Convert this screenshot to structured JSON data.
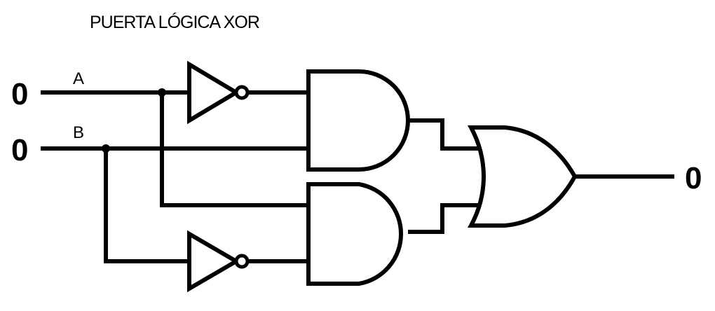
{
  "title": "PUERTA LÓGICA XOR",
  "inputs": [
    {
      "label": "A",
      "value": "0"
    },
    {
      "label": "B",
      "value": "0"
    }
  ],
  "output": {
    "value": "0"
  },
  "gates": [
    {
      "type": "NOT",
      "input": "A"
    },
    {
      "type": "NOT",
      "input": "B"
    },
    {
      "type": "AND",
      "inputs": [
        "NOT A",
        "B"
      ]
    },
    {
      "type": "AND",
      "inputs": [
        "A",
        "NOT B"
      ]
    },
    {
      "type": "OR",
      "inputs": [
        "AND 1",
        "AND 2"
      ]
    }
  ],
  "colors": {
    "line": "#000000",
    "background": "#ffffff"
  }
}
